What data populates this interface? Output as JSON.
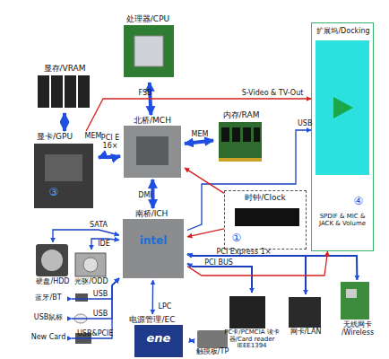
{
  "diagram": {
    "nodes": [
      {
        "text": [
          "处理器/CPU"
        ]
      },
      {
        "text": [
          "显存/VRAM"
        ]
      },
      {
        "text": [
          "显卡/GPU",
          "③"
        ]
      },
      {
        "text": [
          "北桥/MCH"
        ]
      },
      {
        "text": [
          "内存/RAM"
        ]
      },
      {
        "text": [
          "扩展坞/Docking",
          "④"
        ]
      },
      {
        "text": [
          "时钟/Clock",
          "①"
        ]
      },
      {
        "text": [
          "南桥/ICH"
        ]
      },
      {
        "text": [
          "硬盘/HDD"
        ]
      },
      {
        "text": [
          "光驱/ODD"
        ]
      },
      {
        "text": [
          "蓝牙/BT"
        ]
      },
      {
        "text": [
          "USB鼠标"
        ]
      },
      {
        "text": [
          "New Card"
        ]
      },
      {
        "text": [
          "电源管理/EC"
        ]
      },
      {
        "text": [
          "触摸板/TP"
        ]
      },
      {
        "text": [
          "PC卡/PCMCIA 读卡器/Card reader IEEE1394"
        ]
      },
      {
        "text": [
          "网卡/LAN"
        ]
      },
      {
        "text": [
          "无线网卡 /Wireless"
        ]
      }
    ],
    "edges": [
      {
        "from": 0,
        "to": 3,
        "label": "FSB",
        "arrow": "both"
      },
      {
        "from": 1,
        "to": 2,
        "label": "MEM",
        "arrow": "both"
      },
      {
        "from": 3,
        "to": 2,
        "label": "PCI E 16×",
        "arrow": "both"
      },
      {
        "from": 3,
        "to": 4,
        "label": "MEM",
        "arrow": "both"
      },
      {
        "from": 3,
        "to": 7,
        "label": "DMI",
        "arrow": "both"
      },
      {
        "from": 2,
        "to": 5,
        "label": "S-Video & TV-Out",
        "arrow": "to"
      },
      {
        "from": 7,
        "to": 5,
        "label": "USB",
        "arrow": "to"
      },
      {
        "from": 7,
        "to": 8,
        "label": "SATA",
        "arrow": "both"
      },
      {
        "from": 7,
        "to": 9,
        "label": "IDE",
        "arrow": "both"
      },
      {
        "from": 7,
        "to": 10,
        "label": "USB",
        "arrow": "both"
      },
      {
        "from": 7,
        "to": 11,
        "label": "USB",
        "arrow": "both"
      },
      {
        "from": 7,
        "to": 12,
        "label": "USB&PCIE",
        "arrow": "both"
      },
      {
        "from": 7,
        "to": 13,
        "label": "LPC",
        "arrow": "both"
      },
      {
        "from": 13,
        "to": 14,
        "arrow": "both"
      },
      {
        "from": 7,
        "to": 15,
        "label": "PCI BUS",
        "arrow": "both"
      },
      {
        "from": 7,
        "to": 16,
        "label": "PCI Express 1×",
        "arrow": "both"
      },
      {
        "from": 7,
        "to": 17,
        "arrow": "both"
      },
      {
        "from": 6,
        "to": 3,
        "arrow": "to"
      },
      {
        "from": 6,
        "to": 7,
        "arrow": "to"
      },
      {
        "from": 7,
        "to": 5,
        "label": "SPDIF & MIC & JACK & Volume",
        "arrow": "to"
      }
    ],
    "labels": [
      "intel",
      "ene"
    ]
  }
}
